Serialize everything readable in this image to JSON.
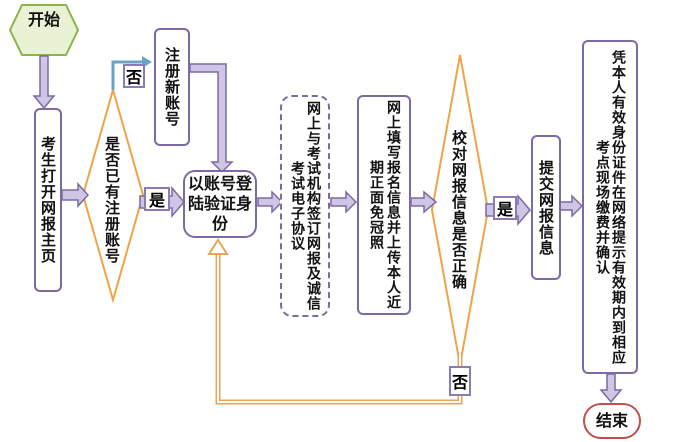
{
  "nodes": {
    "start": "开始",
    "open_homepage": "考生打开网报主页",
    "has_account": "是否已有注册账号",
    "register": "注册新账号",
    "login": "以账号登陆验证身份",
    "sign_agreement": "网上与考试机构签订网报及诚信考试电子协议",
    "fill_info": "网上填写报名信息并上传本人近期正面免冠照",
    "verify_info": "校对网报信息是否正确",
    "submit": "提交网报信息",
    "print_confirm": "凭本人有效身份证件在网络提示有效期内到相应考点现场缴费并确认",
    "end": "结束"
  },
  "edge_labels": {
    "account_no": "否",
    "account_yes": "是",
    "verify_yes": "是",
    "verify_no": "否"
  },
  "colors": {
    "process_border": "#7b6aa3",
    "arrow_fill": "#cfc6e6",
    "arrow_stroke": "#7b6aa3",
    "decision_stroke": "#f0a347",
    "start_fill": "#e9f2d4",
    "start_stroke": "#8cb44a",
    "end_stroke": "#c0504d",
    "feedback_line": "#e8a55a",
    "register_line": "#6aa3c8"
  }
}
